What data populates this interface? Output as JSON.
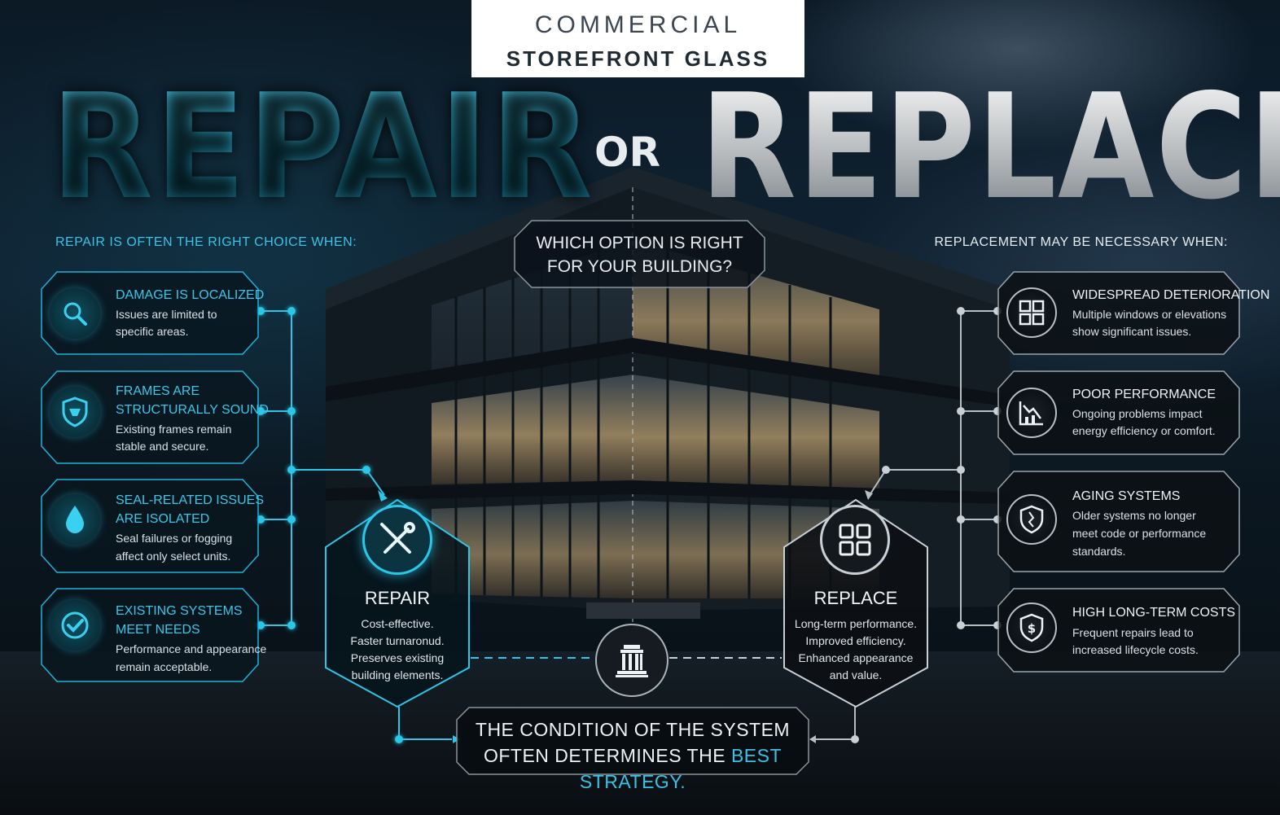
{
  "header": {
    "line1": "COMMERCIAL",
    "line2": "STOREFRONT GLASS"
  },
  "headline": {
    "repair": "REPAIR",
    "or": "OR",
    "replace": "REPLACE"
  },
  "colors": {
    "accent_cyan": "#2cc6e8",
    "neutral_white": "#eef2f5",
    "background": "#0a141c"
  },
  "question": {
    "line1": "WHICH OPTION IS RIGHT",
    "line2": "FOR YOUR BUILDING?"
  },
  "left": {
    "heading": "REPAIR IS OFTEN THE RIGHT CHOICE WHEN:",
    "items": [
      {
        "icon": "magnifier-icon",
        "title_lines": [
          "DAMAGE IS LOCALIZED"
        ],
        "desc_lines": [
          "Issues are limited to",
          "specific areas."
        ]
      },
      {
        "icon": "shield-icon",
        "title_lines": [
          "FRAMES ARE",
          "STRUCTURALLY SOUND"
        ],
        "desc_lines": [
          "Existing frames remain",
          "stable and secure."
        ]
      },
      {
        "icon": "water-drop-icon",
        "title_lines": [
          "SEAL-RELATED ISSUES",
          "ARE ISOLATED"
        ],
        "desc_lines": [
          "Seal failures or fogging",
          "affect only select units."
        ]
      },
      {
        "icon": "checkmark-icon",
        "title_lines": [
          "EXISTING SYSTEMS",
          "MEET NEEDS"
        ],
        "desc_lines": [
          "Performance and appearance",
          "remain acceptable."
        ]
      }
    ]
  },
  "right": {
    "heading": "REPLACEMENT MAY BE NECESSARY WHEN:",
    "items": [
      {
        "icon": "window-grid-icon",
        "title_lines": [
          "WIDESPREAD DETERIORATION"
        ],
        "desc_lines": [
          "Multiple windows or elevations",
          "show significant issues."
        ]
      },
      {
        "icon": "declining-chart-icon",
        "title_lines": [
          "POOR PERFORMANCE"
        ],
        "desc_lines": [
          "Ongoing problems impact",
          "energy efficiency or comfort."
        ]
      },
      {
        "icon": "broken-shield-icon",
        "title_lines": [
          "AGING SYSTEMS"
        ],
        "desc_lines": [
          "Older systems no longer",
          "meet code or performance",
          "standards."
        ]
      },
      {
        "icon": "dollar-shield-icon",
        "title_lines": [
          "HIGH LONG-TERM COSTS"
        ],
        "desc_lines": [
          "Frequent repairs lead to",
          "increased lifecycle costs."
        ]
      }
    ]
  },
  "repair_panel": {
    "icon": "wrench-screwdriver-icon",
    "title": "REPAIR",
    "desc_lines": [
      "Cost-effective.",
      "Faster turnaronud.",
      "Preserves existing",
      "building elements."
    ]
  },
  "replace_panel": {
    "icon": "window-panels-icon",
    "title": "REPLACE",
    "desc_lines": [
      "Long-term performance.",
      "Improved efficiency.",
      "Enhanced appearance",
      "and value."
    ]
  },
  "center_icon": "building-columns-icon",
  "conclusion": {
    "line1": "THE CONDITION OF THE SYSTEM",
    "line2_prefix": "OFTEN DETERMINES THE ",
    "line2_accent": "BEST STRATEGY."
  }
}
